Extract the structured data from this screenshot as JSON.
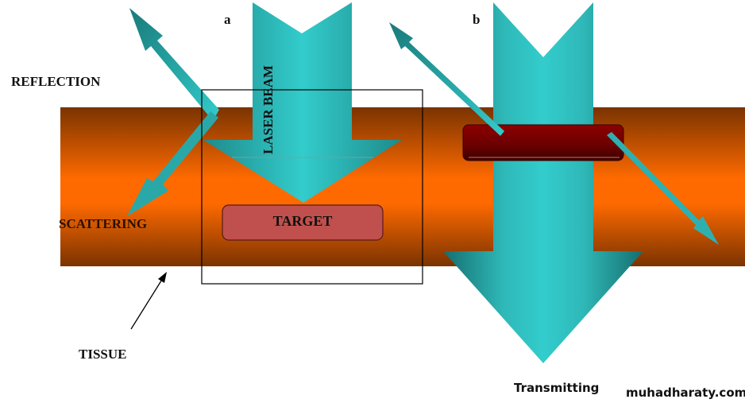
{
  "diagram": {
    "title": "Laser-tissue interaction",
    "panels": [
      {
        "id": "a",
        "label": "a"
      },
      {
        "id": "b",
        "label": "b"
      }
    ],
    "labels": {
      "reflection": "REFLECTION",
      "scattering": "SCATTERING",
      "tissue": "TISSUE",
      "laser_beam": "LASER BEAM",
      "target": "TARGET",
      "transmitting": "Transmitting",
      "watermark": "muhadharaty.com"
    },
    "colors": {
      "beam_light": "#33CCCC",
      "beam_dark": "#1A7A7A",
      "tissue_mid": "#FF6A00",
      "tissue_edge": "#7A3300",
      "target_fill": "#C0504D",
      "absorber_dark": "#5A0000",
      "absorber_light": "#8B0000",
      "frame": "#000000"
    }
  }
}
